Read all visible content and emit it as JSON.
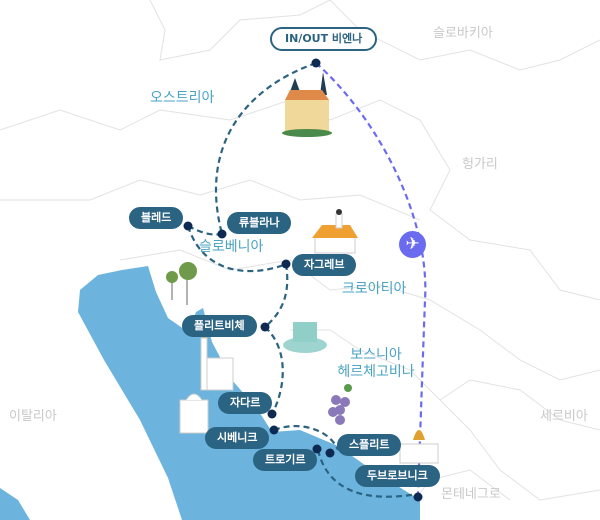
{
  "countries": {
    "slovakia": "슬로바키아",
    "austria": "오스트리아",
    "hungary": "헝가리",
    "slovenia": "슬로베니아",
    "croatia": "크로아티아",
    "bosnia_line1": "보스니아",
    "bosnia_line2": "헤르체고비나",
    "italy": "이탈리아",
    "serbia": "세르비아",
    "montenegro": "몬테네그로"
  },
  "inout_label": "IN/OUT 비엔나",
  "stops": {
    "bled": "블레드",
    "ljubljana": "류블라나",
    "zagreb": "자그레브",
    "plitvice": "플리트비체",
    "zadar": "자다르",
    "sibenik": "시베니크",
    "trogir": "트로기르",
    "split": "스플리트",
    "dubrovnik": "두브로브니크"
  },
  "icons": {
    "flight": "airplane-icon"
  },
  "colors": {
    "route": "#2b6383",
    "flight_route": "#6b6bf0",
    "sea": "#6cb4dd",
    "highlight": "#4aa3c3"
  }
}
